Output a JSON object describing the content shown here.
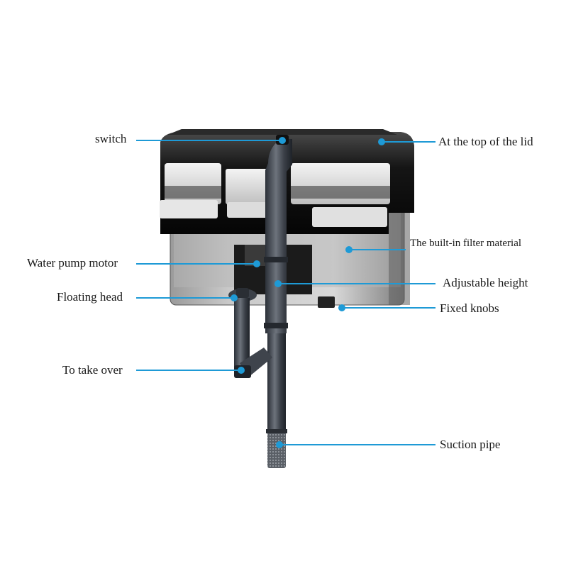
{
  "colors": {
    "leader_line": "#1e9ad6",
    "leader_dot": "#1e9ad6",
    "text": "#1a1a1a"
  },
  "callouts": {
    "switch": "switch",
    "lid_top": "At the top of the lid",
    "filter_material": "The built-in filter material",
    "pump_motor": "Water pump motor",
    "adjustable_height": "Adjustable height",
    "floating_head": "Floating head",
    "fixed_knobs": "Fixed knobs",
    "take_over": "To take over",
    "suction_pipe": "Suction pipe"
  }
}
